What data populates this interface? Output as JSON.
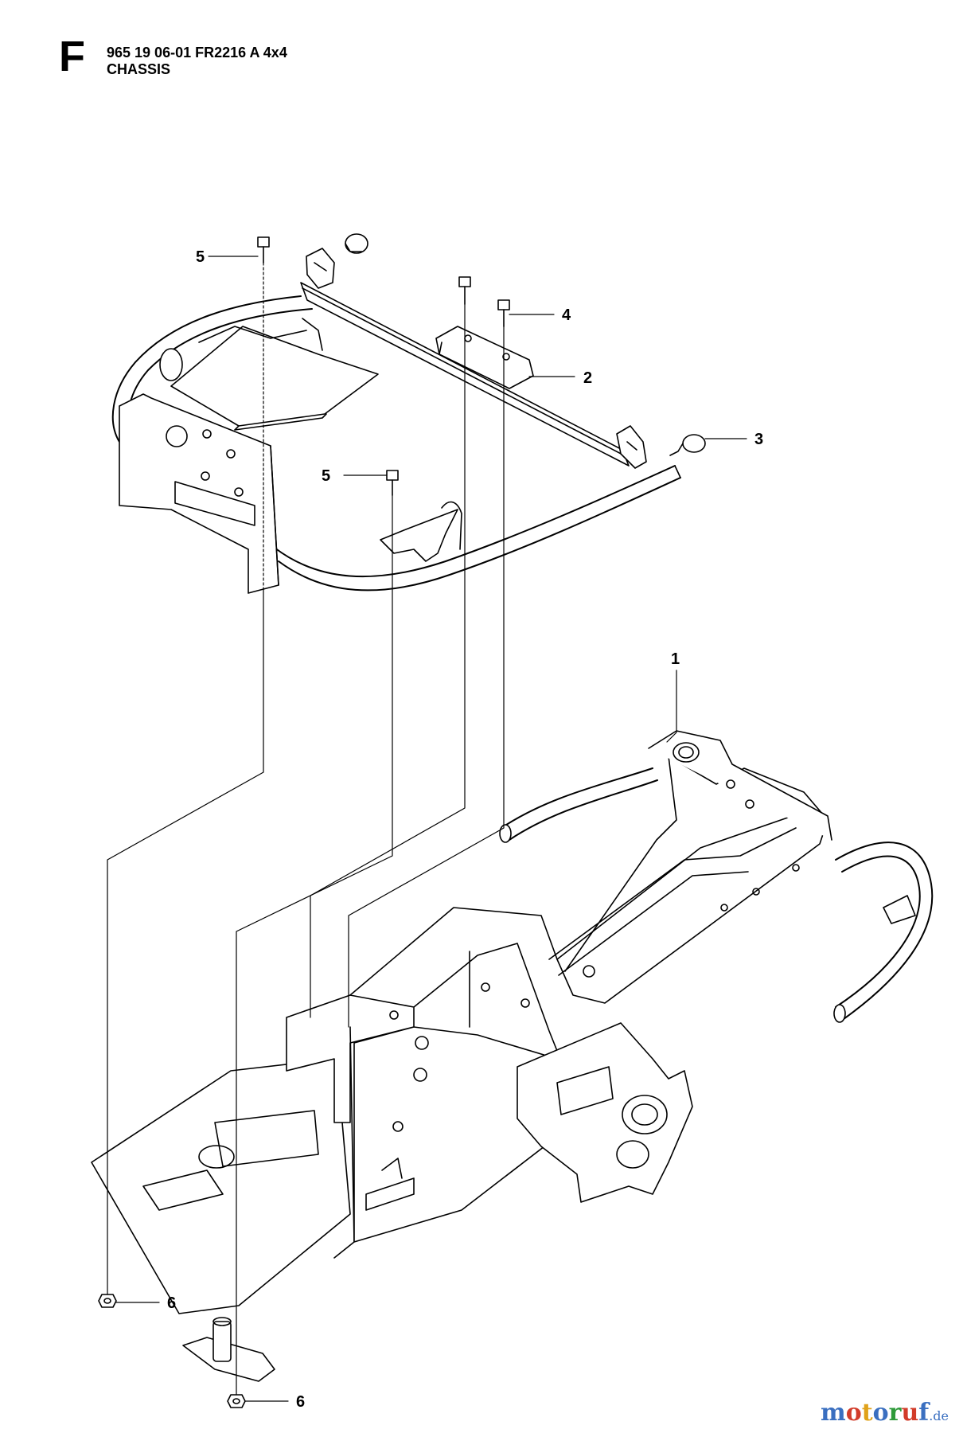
{
  "header": {
    "section_letter": "F",
    "model_line": "965 19 06-01 FR2216 A 4x4",
    "title": "CHASSIS"
  },
  "callouts": [
    {
      "id": "c1",
      "label": "1"
    },
    {
      "id": "c2",
      "label": "2"
    },
    {
      "id": "c3",
      "label": "3"
    },
    {
      "id": "c4",
      "label": "4"
    },
    {
      "id": "c5a",
      "label": "5"
    },
    {
      "id": "c5b",
      "label": "5"
    },
    {
      "id": "c6a",
      "label": "6"
    },
    {
      "id": "c6b",
      "label": "6"
    }
  ],
  "watermark": {
    "text": "motoruf",
    "suffix": ".de",
    "colors": [
      "#3a6fc0",
      "#d23c2a",
      "#e0a21a",
      "#3a6fc0",
      "#2e9a3a",
      "#d23c2a",
      "#3a6fc0"
    ]
  }
}
